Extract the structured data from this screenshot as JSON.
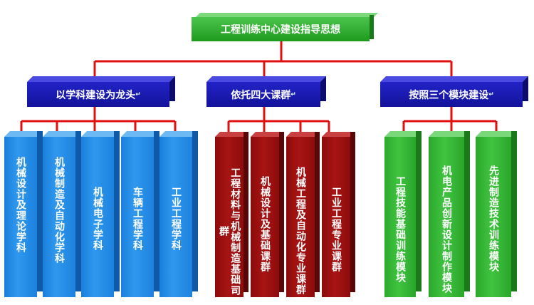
{
  "root": {
    "label": "工程训练中心建设指导思想"
  },
  "branches": [
    {
      "label": "以学科建设为龙头",
      "color": "blue",
      "items": [
        "机械设计及理论学科",
        "机械制造及自动化学科",
        "机械电子学科",
        "车辆工程学科",
        "工业工程学科"
      ]
    },
    {
      "label": "依托四大课群",
      "color": "red",
      "items": [
        "工程材料与机械制造基础司群",
        "机械设计及基础课群",
        "机械工程及自动化专业课群",
        "工业工程专业课群"
      ]
    },
    {
      "label": "按照三个模块建设",
      "color": "green",
      "items": [
        "工程技能基础训练模块",
        "机电产品创新设计制作模块",
        "先进制造技术训练模块"
      ]
    }
  ],
  "colors": {
    "connector": "#e01010",
    "root": "#2aa52a",
    "level1": "#1a1aae",
    "blue": "#2a90e8",
    "red": "#9c1010",
    "green": "#36b836"
  },
  "return_mark": "↵"
}
